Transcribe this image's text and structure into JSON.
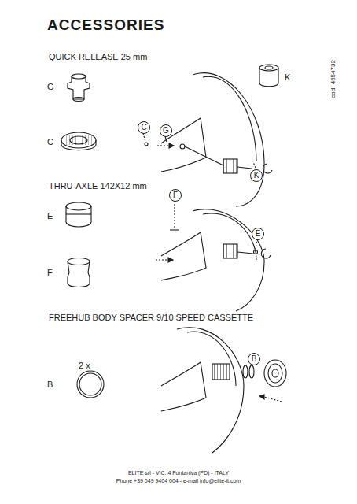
{
  "diagram": {
    "title": "ACCESSORIES",
    "nodes": [
      {
        "text": [
          "C"
        ]
      },
      {
        "text": [
          "G"
        ]
      },
      {
        "text": [
          "K"
        ]
      },
      {
        "text": [
          "F"
        ]
      },
      {
        "text": [
          "E"
        ]
      },
      {
        "text": [
          "B"
        ]
      }
    ],
    "labels": [
      "QUICK RELEASE 25 mm",
      "G",
      "C",
      "K",
      "THRU-AXLE 142X12 mm",
      "E",
      "F",
      "FREEHUB BODY SPACER 9/10 SPEED CASSETTE",
      "2 x",
      "B",
      "cod. 4654732",
      "ELITE srl - VIC. 4 Fontaniva (PD) - ITALY",
      "Phone +39 049 9404 004 - e-mail info@elite-it.com"
    ]
  }
}
